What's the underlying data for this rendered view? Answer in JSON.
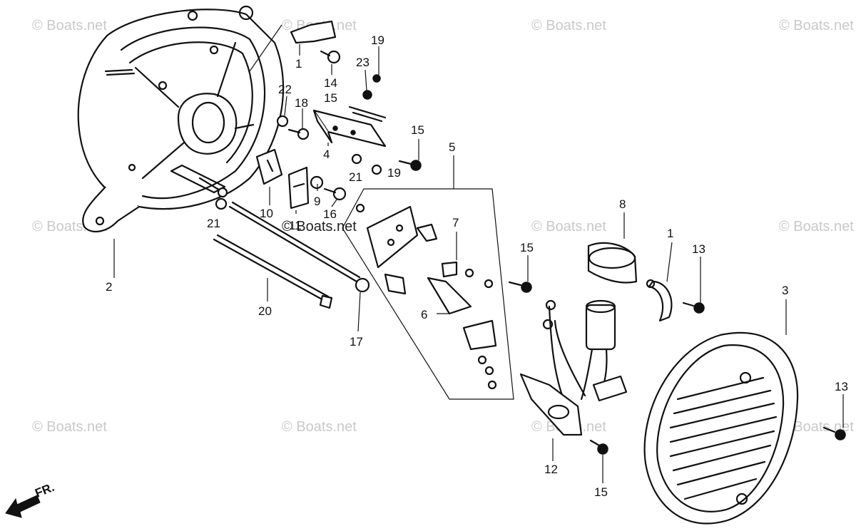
{
  "watermark": "© Boats.net",
  "watermark_center": "© Boats.net",
  "direction_label": "FR.",
  "callouts": {
    "c1a": "1",
    "c1b": "1",
    "c2": "2",
    "c3": "3",
    "c4": "4",
    "c5": "5",
    "c6": "6",
    "c7": "7",
    "c8": "8",
    "c9": "9",
    "c10": "10",
    "c11": "11",
    "c12": "12",
    "c13a": "13",
    "c13b": "13",
    "c14": "14",
    "c15a": "15",
    "c15b": "15",
    "c15c": "15",
    "c15d": "15",
    "c16": "16",
    "c17": "17",
    "c18": "18",
    "c19a": "19",
    "c19b": "19",
    "c20": "20",
    "c21a": "21",
    "c21b": "21",
    "c22": "22",
    "c23": "23"
  }
}
